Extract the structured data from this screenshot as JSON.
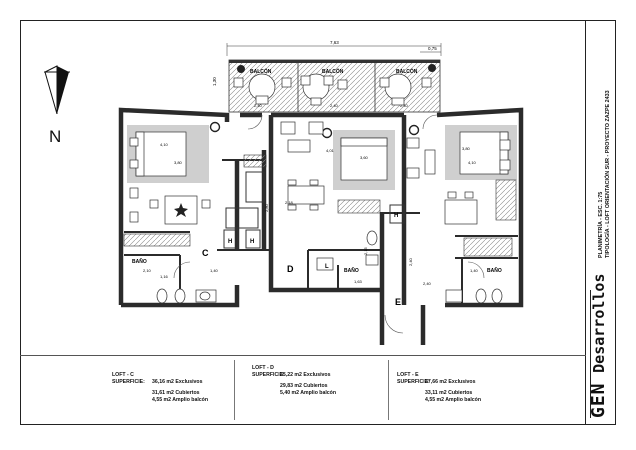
{
  "north": {
    "letter": "N",
    "icon": "north-arrow-icon"
  },
  "labels": {
    "balcon": "BALCÓN",
    "bano": "BAÑO",
    "unit_c": "C",
    "unit_d": "D",
    "unit_e": "E",
    "h": "H",
    "l": "L"
  },
  "dimensions": {
    "top_total": "7,63",
    "top_right": "0,75",
    "balcony_h": "1,30",
    "balc_c": "2,40",
    "balc_d": "2,40",
    "balc_e": "2,40",
    "bed_c": "3,80",
    "bed_c_h": "4,10",
    "bed_d": "3,60",
    "bed_d_h": "4,01",
    "bed_e": "3,80",
    "bed_e_h": "4,10",
    "mid_d": "2,80",
    "wall_d": "2,18",
    "bath_c": "2,10",
    "bath_c2": "1,16",
    "bath_c3": "1,40",
    "bath_d": "1,63",
    "bath_d2": "2,15",
    "bath_e": "2,40",
    "bath_e2": "1,40",
    "e_h": "2,40"
  },
  "lofts": [
    {
      "name": "LOFT - C",
      "sup_label": "SUPERFICIE:",
      "exclusivos": "36,16 m2 Exclusivos",
      "cubiertos": "31,61 m2 Cubiertos",
      "balcon": "4,55 m2 Amplio balcón"
    },
    {
      "name": "LOFT - D",
      "sup_label": "SUPERFICIE:",
      "exclusivos": "35,22 m2 Exclusivos",
      "cubiertos": "29,83 m2 Cubiertos",
      "balcon": "5,40 m2 Amplio balcón"
    },
    {
      "name": "LOFT - E",
      "sup_label": "SUPERFICIE:",
      "exclusivos": "37,66 m2 Exclusivos",
      "cubiertos": "33,11 m2 Cubiertos",
      "balcon": "4,55 m2 Amplio balcón"
    }
  ],
  "title_block": {
    "line1": "PLANIMETRÍA - ESC. 1:75",
    "line2": "TIPOLOGÍA - LOFT ORIENTACIÓN SUR - PROYECTO ZAZPE 2433",
    "brand1": "GEN",
    "brand2": "Desarrollos"
  },
  "colors": {
    "wall": "#2b2b2b",
    "line": "#333333",
    "hatch": "#9a9a9a",
    "rug": "#c8c8c8"
  }
}
